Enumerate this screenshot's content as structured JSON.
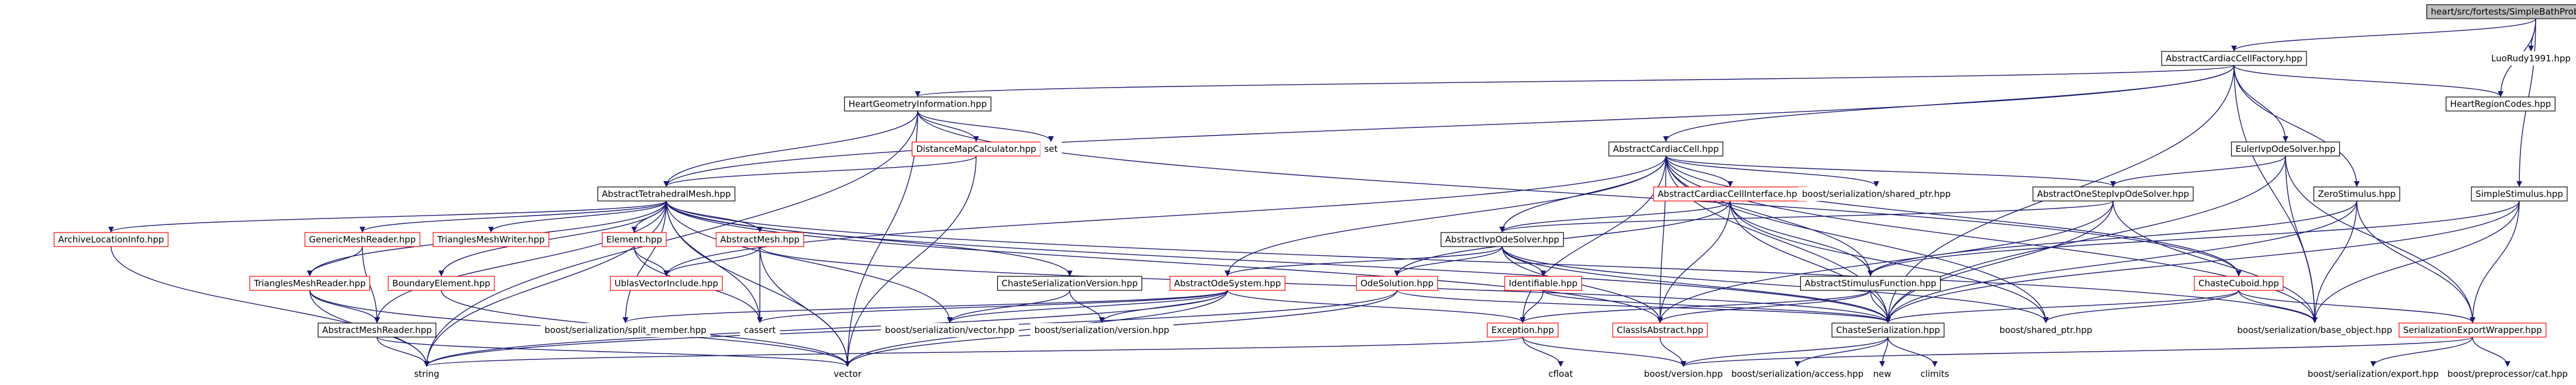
{
  "nodes": [
    {
      "id": "root",
      "label": "heart/src/fortests/SimpleBathProblemSetup.hpp",
      "style": "root"
    },
    {
      "id": "acf",
      "label": "AbstractCardiacCellFactory.hpp",
      "style": "black"
    },
    {
      "id": "lr",
      "label": "LuoRudy1991.hpp",
      "style": "none"
    },
    {
      "id": "hgi",
      "label": "HeartGeometryInformation.hpp",
      "style": "black"
    },
    {
      "id": "hrc",
      "label": "HeartRegionCodes.hpp",
      "style": "black"
    },
    {
      "id": "dmc",
      "label": "DistanceMapCalculator.hpp",
      "style": "red"
    },
    {
      "id": "set",
      "label": "set",
      "style": "none"
    },
    {
      "id": "acc",
      "label": "AbstractCardiacCell.hpp",
      "style": "black"
    },
    {
      "id": "eio",
      "label": "EulerIvpOdeSolver.hpp",
      "style": "black"
    },
    {
      "id": "atm",
      "label": "AbstractTetrahedralMesh.hpp",
      "style": "black"
    },
    {
      "id": "acci",
      "label": "AbstractCardiacCellInterface.hpp",
      "style": "red"
    },
    {
      "id": "bsp",
      "label": "boost/serialization/shared_ptr.hpp",
      "style": "none"
    },
    {
      "id": "aoss",
      "label": "AbstractOneStepIvpOdeSolver.hpp",
      "style": "black"
    },
    {
      "id": "zs",
      "label": "ZeroStimulus.hpp",
      "style": "black"
    },
    {
      "id": "ss",
      "label": "SimpleStimulus.hpp",
      "style": "black"
    },
    {
      "id": "ali",
      "label": "ArchiveLocationInfo.hpp",
      "style": "red"
    },
    {
      "id": "gmr",
      "label": "GenericMeshReader.hpp",
      "style": "red"
    },
    {
      "id": "tmw",
      "label": "TrianglesMeshWriter.hpp",
      "style": "red"
    },
    {
      "id": "elh",
      "label": "Element.hpp",
      "style": "red"
    },
    {
      "id": "amh",
      "label": "AbstractMesh.hpp",
      "style": "red"
    },
    {
      "id": "aios",
      "label": "AbstractIvpOdeSolver.hpp",
      "style": "black"
    },
    {
      "id": "tmr",
      "label": "TrianglesMeshReader.hpp",
      "style": "red"
    },
    {
      "id": "be",
      "label": "BoundaryElement.hpp",
      "style": "red"
    },
    {
      "id": "uvi",
      "label": "UblasVectorInclude.hpp",
      "style": "red"
    },
    {
      "id": "csv",
      "label": "ChasteSerializationVersion.hpp",
      "style": "black"
    },
    {
      "id": "aos",
      "label": "AbstractOdeSystem.hpp",
      "style": "red"
    },
    {
      "id": "osol",
      "label": "OdeSolution.hpp",
      "style": "red"
    },
    {
      "id": "idf",
      "label": "Identifiable.hpp",
      "style": "red"
    },
    {
      "id": "asf",
      "label": "AbstractStimulusFunction.hpp",
      "style": "black"
    },
    {
      "id": "cc",
      "label": "ChasteCuboid.hpp",
      "style": "red"
    },
    {
      "id": "amr",
      "label": "AbstractMeshReader.hpp",
      "style": "black"
    },
    {
      "id": "bssm",
      "label": "boost/serialization/split_member.hpp",
      "style": "none"
    },
    {
      "id": "cassert",
      "label": "cassert",
      "style": "none"
    },
    {
      "id": "bsv",
      "label": "boost/serialization/vector.hpp",
      "style": "none"
    },
    {
      "id": "bsver",
      "label": "boost/serialization/version.hpp",
      "style": "none"
    },
    {
      "id": "exc",
      "label": "Exception.hpp",
      "style": "red"
    },
    {
      "id": "cab",
      "label": "ClassIsAbstract.hpp",
      "style": "red"
    },
    {
      "id": "cs",
      "label": "ChasteSerialization.hpp",
      "style": "black"
    },
    {
      "id": "bshp",
      "label": "boost/shared_ptr.hpp",
      "style": "none"
    },
    {
      "id": "bsbo",
      "label": "boost/serialization/base_object.hpp",
      "style": "none"
    },
    {
      "id": "sew",
      "label": "SerializationExportWrapper.hpp",
      "style": "red"
    },
    {
      "id": "string",
      "label": "string",
      "style": "none"
    },
    {
      "id": "vector",
      "label": "vector",
      "style": "none"
    },
    {
      "id": "cfloat",
      "label": "cfloat",
      "style": "none"
    },
    {
      "id": "bversion",
      "label": "boost/version.hpp",
      "style": "none"
    },
    {
      "id": "bsacc",
      "label": "boost/serialization/access.hpp",
      "style": "none"
    },
    {
      "id": "new",
      "label": "new",
      "style": "none"
    },
    {
      "id": "climits",
      "label": "climits",
      "style": "none"
    },
    {
      "id": "bsexp",
      "label": "boost/serialization/export.hpp",
      "style": "none"
    },
    {
      "id": "bppc",
      "label": "boost/preprocessor/cat.hpp",
      "style": "none"
    }
  ],
  "edges": [
    [
      "root",
      "acf"
    ],
    [
      "root",
      "lr"
    ],
    [
      "root",
      "hrc"
    ],
    [
      "root",
      "ss"
    ],
    [
      "acf",
      "hgi"
    ],
    [
      "acf",
      "acc"
    ],
    [
      "acf",
      "hrc"
    ],
    [
      "acf",
      "zs"
    ],
    [
      "acf",
      "atm"
    ],
    [
      "acf",
      "eio"
    ],
    [
      "acf",
      "cs"
    ],
    [
      "acf",
      "bsbo"
    ],
    [
      "hgi",
      "dmc"
    ],
    [
      "hgi",
      "set"
    ],
    [
      "hgi",
      "atm"
    ],
    [
      "hgi",
      "cc"
    ],
    [
      "hgi",
      "string"
    ],
    [
      "hgi",
      "vector"
    ],
    [
      "dmc",
      "atm"
    ],
    [
      "dmc",
      "vector"
    ],
    [
      "acc",
      "acci"
    ],
    [
      "acc",
      "aios"
    ],
    [
      "acc",
      "aos"
    ],
    [
      "acc",
      "bsp"
    ],
    [
      "acc",
      "cab"
    ],
    [
      "acc",
      "cs"
    ],
    [
      "acc",
      "asf"
    ],
    [
      "acc",
      "bsbo"
    ],
    [
      "acc",
      "uvi"
    ],
    [
      "acc",
      "cc"
    ],
    [
      "acc",
      "bshp"
    ],
    [
      "acc",
      "aoss"
    ],
    [
      "acc",
      "exc"
    ],
    [
      "eio",
      "aoss"
    ],
    [
      "eio",
      "cs"
    ],
    [
      "eio",
      "sew"
    ],
    [
      "eio",
      "bsbo"
    ],
    [
      "aoss",
      "aios"
    ],
    [
      "aoss",
      "cs"
    ],
    [
      "aoss",
      "bsbo"
    ],
    [
      "aoss",
      "cab"
    ],
    [
      "atm",
      "ali"
    ],
    [
      "atm",
      "gmr"
    ],
    [
      "atm",
      "tmw"
    ],
    [
      "atm",
      "elh"
    ],
    [
      "atm",
      "amh"
    ],
    [
      "atm",
      "tmr"
    ],
    [
      "atm",
      "be"
    ],
    [
      "atm",
      "csv"
    ],
    [
      "atm",
      "bssm"
    ],
    [
      "atm",
      "bsv"
    ],
    [
      "atm",
      "cs"
    ],
    [
      "atm",
      "cab"
    ],
    [
      "atm",
      "bsbo"
    ],
    [
      "atm",
      "vector"
    ],
    [
      "atm",
      "string"
    ],
    [
      "atm",
      "amr"
    ],
    [
      "atm",
      "cassert"
    ],
    [
      "acci",
      "aios"
    ],
    [
      "acci",
      "asf"
    ],
    [
      "acci",
      "cs"
    ],
    [
      "acci",
      "cab"
    ],
    [
      "acci",
      "bshp"
    ],
    [
      "acci",
      "osol"
    ],
    [
      "zs",
      "asf"
    ],
    [
      "zs",
      "cs"
    ],
    [
      "zs",
      "sew"
    ],
    [
      "zs",
      "bsbo"
    ],
    [
      "ss",
      "asf"
    ],
    [
      "ss",
      "cs"
    ],
    [
      "ss",
      "sew"
    ],
    [
      "ss",
      "bsbo"
    ],
    [
      "ali",
      "string"
    ],
    [
      "gmr",
      "tmr"
    ],
    [
      "gmr",
      "amr"
    ],
    [
      "tmr",
      "amr"
    ],
    [
      "tmr",
      "string"
    ],
    [
      "tmr",
      "vector"
    ],
    [
      "elh",
      "uvi"
    ],
    [
      "elh",
      "cassert"
    ],
    [
      "amh",
      "uvi"
    ],
    [
      "amh",
      "cassert"
    ],
    [
      "amh",
      "vector"
    ],
    [
      "amh",
      "cs"
    ],
    [
      "be",
      "vector"
    ],
    [
      "aios",
      "aos"
    ],
    [
      "aios",
      "osol"
    ],
    [
      "aios",
      "idf"
    ],
    [
      "aios",
      "cs"
    ],
    [
      "aios",
      "cab"
    ],
    [
      "aios",
      "bshp"
    ],
    [
      "csv",
      "bsver"
    ],
    [
      "csv",
      "bsv"
    ],
    [
      "aos",
      "bssm"
    ],
    [
      "aos",
      "bsv"
    ],
    [
      "aos",
      "bsver"
    ],
    [
      "aos",
      "exc"
    ],
    [
      "aos",
      "string"
    ],
    [
      "aos",
      "vector"
    ],
    [
      "aos",
      "cassert"
    ],
    [
      "osol",
      "string"
    ],
    [
      "osol",
      "vector"
    ],
    [
      "osol",
      "cs"
    ],
    [
      "idf",
      "cs"
    ],
    [
      "idf",
      "exc"
    ],
    [
      "asf",
      "cs"
    ],
    [
      "asf",
      "cab"
    ],
    [
      "asf",
      "exc"
    ],
    [
      "cc",
      "cs"
    ],
    [
      "cc",
      "sew"
    ],
    [
      "cc",
      "bsbo"
    ],
    [
      "cc",
      "bshp"
    ],
    [
      "amr",
      "string"
    ],
    [
      "amr",
      "vector"
    ],
    [
      "exc",
      "string"
    ],
    [
      "exc",
      "cfloat"
    ],
    [
      "exc",
      "bversion"
    ],
    [
      "cab",
      "bversion"
    ],
    [
      "cs",
      "bsacc"
    ],
    [
      "cs",
      "bversion"
    ],
    [
      "cs",
      "new"
    ],
    [
      "cs",
      "climits"
    ],
    [
      "sew",
      "bsexp"
    ],
    [
      "sew",
      "bppc"
    ],
    [
      "sew",
      "bversion"
    ]
  ]
}
